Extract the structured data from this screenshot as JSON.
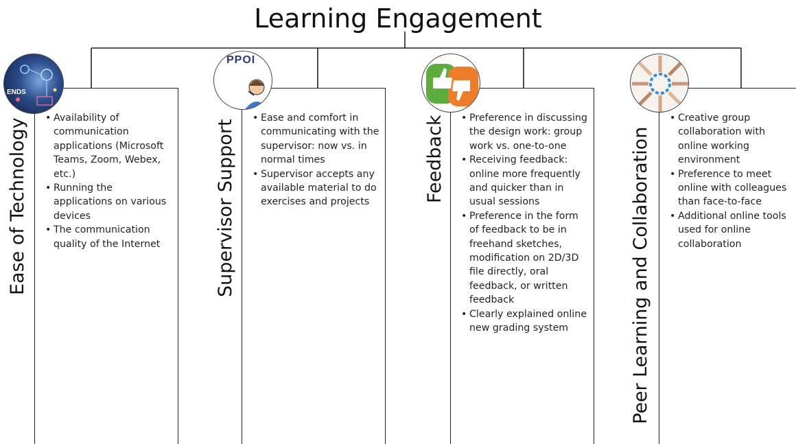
{
  "diagram": {
    "title": "Learning Engagement",
    "categories": [
      {
        "label": "Ease of Technology",
        "icon": "technology-circuit-icon",
        "icon_text": "ENDS",
        "bullets": [
          "Availability of communication applications (Microsoft Teams, Zoom, Webex, etc.)",
          "Running the applications on various devices",
          "The communication quality of the Internet"
        ]
      },
      {
        "label": "Supervisor Support",
        "icon": "support-person-icon",
        "icon_text": "PPOI",
        "bullets": [
          "Ease and comfort in communicating with the supervisor: now vs. in normal times",
          "Supervisor accepts any available material to do exercises and projects"
        ]
      },
      {
        "label": "Feedback",
        "icon": "thumbs-up-down-icon",
        "bullets": [
          "Preference in discussing the design work: group work vs. one-to-one",
          "Receiving feedback: online more frequently and quicker than in usual sessions",
          "Preference in the form of feedback to be in freehand sketches, modification on 2D/3D file directly, oral feedback, or written feedback",
          "Clearly explained online new grading system"
        ]
      },
      {
        "label": "Peer Learning and Collaboration",
        "icon": "hands-puzzle-icon",
        "bullets": [
          "Creative group collaboration with online working environment",
          "Preference to meet online with colleagues than face-to-face",
          "Additional online tools used for online collaboration"
        ]
      }
    ]
  }
}
